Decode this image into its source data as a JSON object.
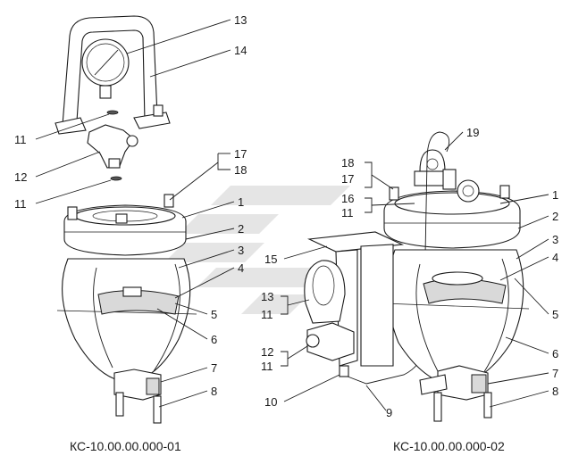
{
  "captions": {
    "left": "КС-10.00.00.000-01",
    "right": "КС-10.00.00.000-02"
  },
  "left_labels": {
    "n13": "13",
    "n14": "14",
    "n11a": "11",
    "n12": "12",
    "n11b": "11",
    "n17": "17",
    "n18": "18",
    "n1": "1",
    "n2": "2",
    "n3": "3",
    "n4": "4",
    "n5": "5",
    "n6": "6",
    "n7": "7",
    "n8": "8"
  },
  "right_labels": {
    "n19": "19",
    "n18": "18",
    "n17": "17",
    "n16": "16",
    "n11a": "11",
    "n1": "1",
    "n2": "2",
    "n3": "3",
    "n4": "4",
    "n15": "15",
    "n13": "13",
    "n11b": "11",
    "n5": "5",
    "n12": "12",
    "n11c": "11",
    "n6": "6",
    "n7": "7",
    "n8": "8",
    "n10": "10",
    "n9": "9"
  },
  "colors": {
    "line": "#1a1a1a",
    "watermark": "#cfcfcf",
    "shade": "#d9d9d9"
  }
}
